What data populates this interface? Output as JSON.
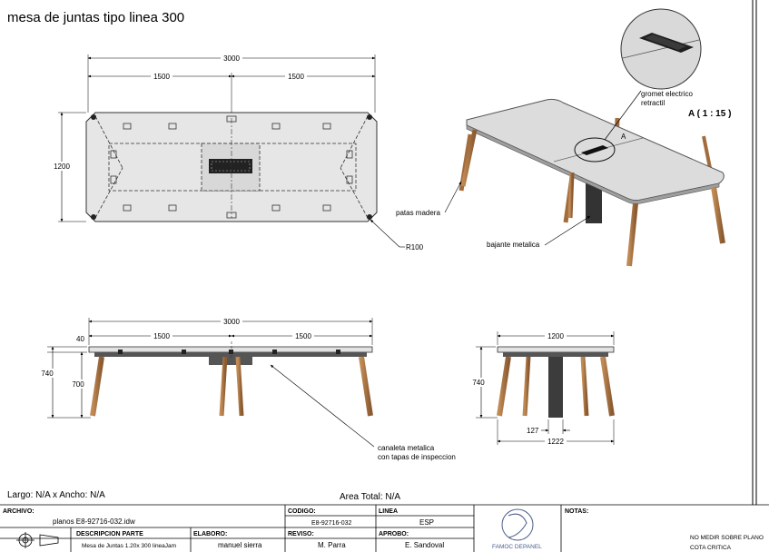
{
  "title": "mesa de juntas tipo linea 300",
  "plan": {
    "dims": {
      "total": "3000",
      "left": "1500",
      "right": "1500",
      "depth": "1200",
      "radius": "R100"
    }
  },
  "iso": {
    "detail_label": "A ( 1 : 15 )",
    "detail_marker": "A",
    "callouts": {
      "gromet_line1": "gromet electrico",
      "gromet_line2": "retractil",
      "patas": "patas madera",
      "bajante": "bajante metalica"
    }
  },
  "front": {
    "dims": {
      "total": "3000",
      "left": "1500",
      "right": "1500",
      "top": "40",
      "height": "740",
      "leg": "700"
    },
    "callout_line1": "canaleta metalica",
    "callout_line2": "con tapas de inspeccion"
  },
  "side": {
    "dims": {
      "width": "1200",
      "height": "740",
      "offset": "127",
      "base": "1222"
    }
  },
  "summary": {
    "size": "Largo: N/A x Ancho: N/A",
    "area": "Area Total: N/A"
  },
  "title_block": {
    "archivo_label": "ARCHIVO:",
    "archivo_value": "planos E8-92716-032.idw",
    "codigo_label": "CODIGO:",
    "codigo_value": "E8-92716-032",
    "linea_label": "LINEA",
    "linea_value": "ESP",
    "notas_label": "NOTAS:",
    "desc_label": "DESCRIPCION PARTE",
    "desc_value": "Mesa de Juntas 1.20x 300 lineaJam",
    "elaboro_label": "ELABORO:",
    "elaboro_value": "manuel sierra",
    "reviso_label": "REVISO:",
    "reviso_value": "M. Parra",
    "aprobo_label": "APROBO:",
    "aprobo_value": "E. Sandoval",
    "logo_text": "FAMOC DEPANEL",
    "note_line1": "NO MEDIR SOBRE PLANO",
    "note_line2": "COTA CRITICA"
  }
}
